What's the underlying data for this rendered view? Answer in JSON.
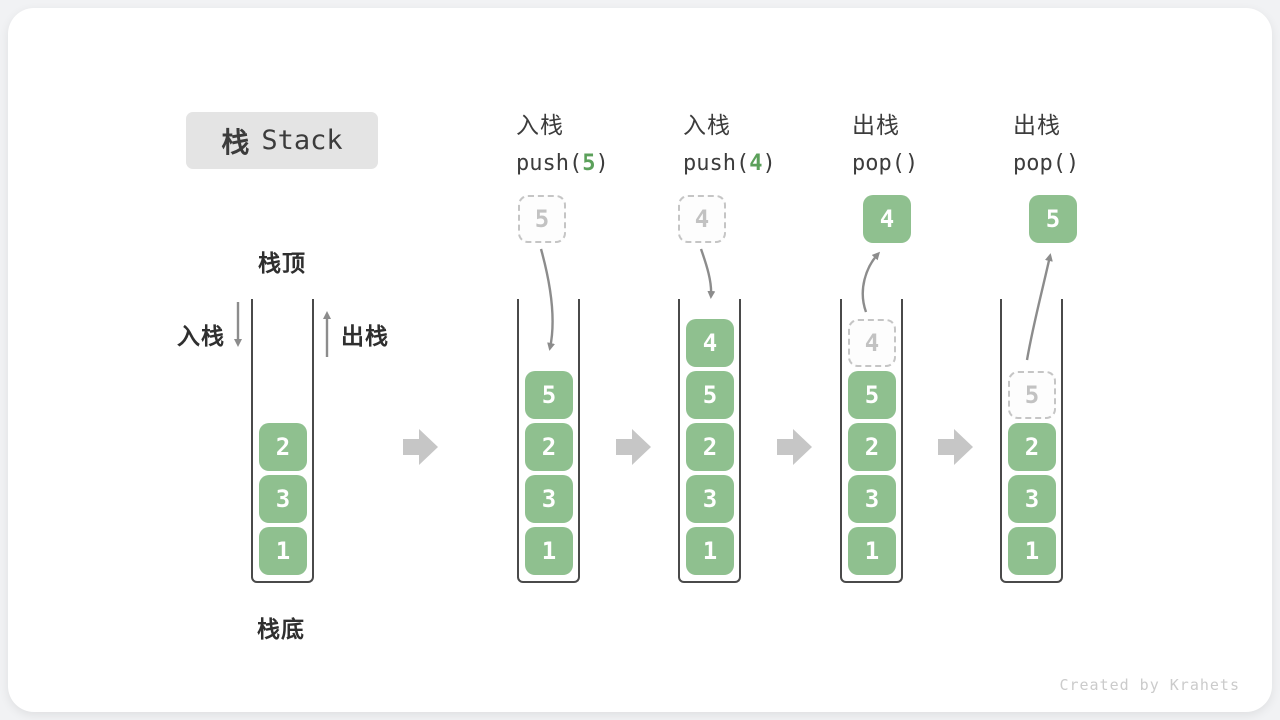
{
  "title": {
    "zh": "栈",
    "en": "Stack"
  },
  "side_labels": {
    "stack_top": "栈顶",
    "stack_bottom": "栈底",
    "push": "入栈",
    "pop": "出栈"
  },
  "operations": [
    {
      "name": "入栈",
      "code_pre": "push(",
      "code_arg": "5",
      "code_post": ")"
    },
    {
      "name": "入栈",
      "code_pre": "push(",
      "code_arg": "4",
      "code_post": ")"
    },
    {
      "name": "出栈",
      "code_pre": "pop(",
      "code_arg": "",
      "code_post": ")"
    },
    {
      "name": "出栈",
      "code_pre": "pop(",
      "code_arg": "",
      "code_post": ")"
    }
  ],
  "stages": [
    {
      "blocks": [
        "2",
        "3",
        "1"
      ]
    },
    {
      "flying": "5",
      "blocks": [
        "5",
        "2",
        "3",
        "1"
      ]
    },
    {
      "flying": "4",
      "blocks": [
        "4",
        "5",
        "2",
        "3",
        "1"
      ]
    },
    {
      "flying": "4",
      "ghost": "4",
      "blocks": [
        "5",
        "2",
        "3",
        "1"
      ]
    },
    {
      "flying": "5",
      "ghost": "5",
      "blocks": [
        "2",
        "3",
        "1"
      ]
    }
  ],
  "watermark": "Created by Krahets",
  "colors": {
    "block_green": "#8FC08F",
    "code_arg_green": "#5BA05A",
    "thin_arrow_gray": "#8C8C8C",
    "step_arrow_gray": "#C6C6C6",
    "dashed_gray": "#C5C5C5",
    "container_outline": "#4A4A4A",
    "text_dark": "#3C3C3C",
    "title_box_bg": "#E4E4E4",
    "watermark_gray": "#CBCBCB"
  }
}
